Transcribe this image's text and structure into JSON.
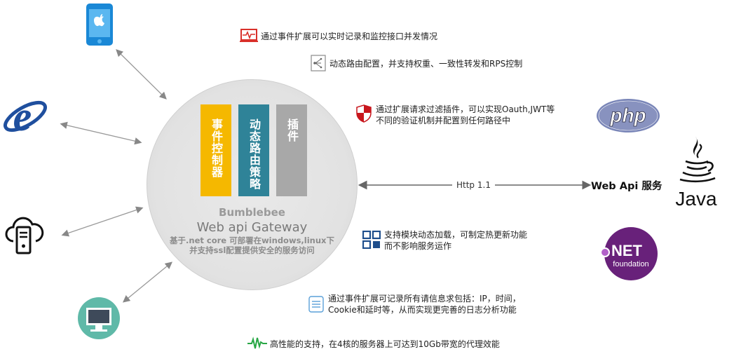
{
  "gateway": {
    "bars": [
      {
        "label": "事件控制器",
        "color": "#f5b800"
      },
      {
        "label": "动态路由策略",
        "color": "#2f8398"
      },
      {
        "label": "插件",
        "color": "#a8a8a8"
      }
    ],
    "name": "Bumblebee",
    "title": "Web api Gateway",
    "desc_line1": "基于.net core 可部署在windows,linux下",
    "desc_line2": "并支持ssl配置提供安全的服务访问"
  },
  "clients": [
    {
      "icon": "smartphone-icon"
    },
    {
      "icon": "ie-browser-icon"
    },
    {
      "icon": "cloud-server-icon"
    },
    {
      "icon": "desktop-monitor-icon"
    }
  ],
  "features": [
    {
      "icon": "monitor-pulse-icon",
      "line1": "通过事件扩展可以实时记录和监控接口并发情况",
      "line2": ""
    },
    {
      "icon": "route-config-icon",
      "line1": "动态路由配置，并支持权重、一致性转发和RPS控制",
      "line2": ""
    },
    {
      "icon": "shield-icon",
      "line1": "通过扩展请求过滤插件，可以实现Oauth,JWT等",
      "line2": "不同的验证机制并配置到任何路径中"
    },
    {
      "icon": "modules-icon",
      "line1": "支持模块动态加载，可制定热更新功能",
      "line2": "而不影响服务运作"
    },
    {
      "icon": "log-list-icon",
      "line1": "通过事件扩展可记录所有请信息求包括：IP，时间，",
      "line2": "Cookie和延时等，从而实现更完善的日志分析功能"
    },
    {
      "icon": "performance-wave-icon",
      "line1": "高性能的支持，在4核的服务器上可达到10Gb带宽的代理效能",
      "line2": ""
    }
  ],
  "connection": {
    "label": "Http 1.1"
  },
  "service": {
    "label": "Web Api 服务"
  },
  "backends": {
    "php": "php",
    "java": "Java",
    "net_big": "NET",
    "net_small": "foundation"
  }
}
